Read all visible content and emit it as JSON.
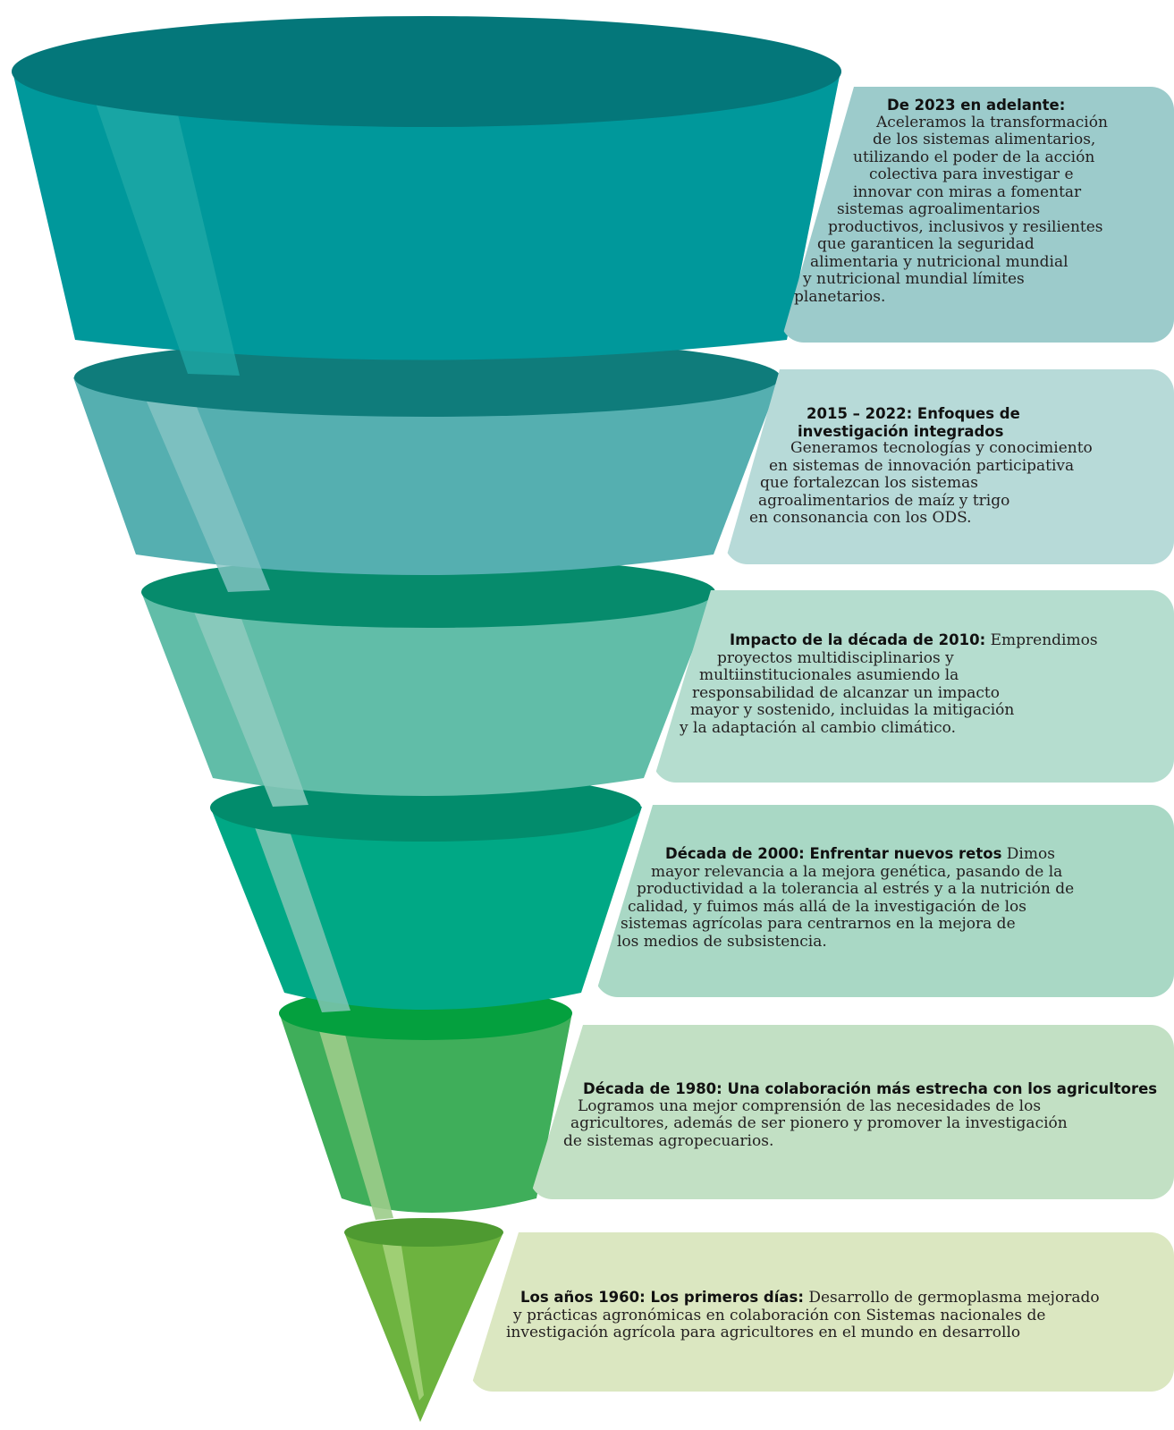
{
  "colors": {
    "stage1": "#00989b",
    "stage2": "#55afb0",
    "stage3": "#61bda8",
    "stage4": "#00a885",
    "stage5": "#3fae5a",
    "stage6": "#6db33f",
    "card1": "#9ccbcb",
    "card2": "#b7dad8",
    "card3": "#b5ddcf",
    "card4": "#a9d8c5",
    "card5": "#c2e0c4",
    "card6": "#dbe7c1"
  },
  "stages": [
    {
      "title": "De 2023 en adelante:",
      "body_lines": [
        "Aceleramos la transformación",
        "de los sistemas alimentarios,",
        "utilizando el poder de la acción",
        "colectiva para investigar e",
        "innovar con miras a fomentar",
        "sistemas agroalimentarios",
        "productivos, inclusivos y resilientes",
        "que garanticen la seguridad",
        "alimentaria y nutricional mundial",
        "y nutricional mundial límites",
        "planetarios."
      ]
    },
    {
      "title_lines": [
        "2015 – 2022: Enfoques de",
        "investigación integrados"
      ],
      "body_lines": [
        "Generamos tecnologías y conocimiento",
        "en sistemas de innovación participativa",
        "que fortalezcan los sistemas",
        "agroalimentarios de maíz y trigo",
        "en consonancia con los ODS."
      ]
    },
    {
      "title": "Impacto de la década de 2010:",
      "first_line_rest": "Emprendimos",
      "body_lines": [
        "proyectos multidisciplinarios y",
        "multiinstitucionales asumiendo la",
        "responsabilidad de alcanzar un impacto",
        "mayor y sostenido, incluidas la mitigación",
        "y la adaptación al cambio climático."
      ]
    },
    {
      "title": "Década de 2000: Enfrentar nuevos retos",
      "first_line_rest": "Dimos",
      "body_lines": [
        "mayor relevancia a la mejora genética, pasando de la",
        "productividad a la tolerancia al estrés y a la nutrición de",
        "calidad, y fuimos más allá de la investigación de los",
        "sistemas agrícolas para centrarnos en la mejora de",
        "los medios de subsistencia."
      ]
    },
    {
      "title": "Década de 1980: Una colaboración más estrecha con los agricultores",
      "body_lines": [
        "Logramos una mejor comprensión de las necesidades de los",
        "agricultores, además de ser pionero y promover la investigación",
        "de sistemas agropecuarios."
      ]
    },
    {
      "title": "Los años 1960: Los primeros días:",
      "first_line_rest": "Desarrollo de germoplasma mejorado",
      "body_lines": [
        "y prácticas agronómicas en colaboración con Sistemas nacionales de",
        "investigación agrícola para agricultores en el mundo en desarrollo"
      ]
    }
  ]
}
